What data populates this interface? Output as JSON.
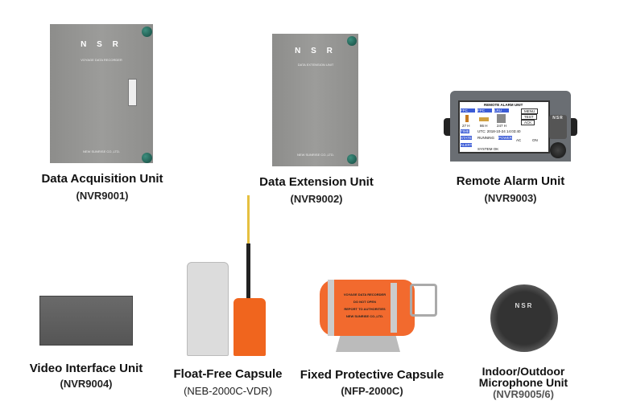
{
  "products": [
    {
      "name": "Data Acquisition Unit",
      "model": "(NVR9001)",
      "panel_brand": "N S R",
      "panel_title": "VOYAGE DATA RECORDER",
      "panel_maker": "NEW SUNRISE CO.,LTD."
    },
    {
      "name": "Data Extension Unit",
      "model": "(NVR9002)",
      "panel_brand": "N S R",
      "panel_title": "DATA EXTENSION UNIT",
      "panel_maker": "NEW SUNRISE CO.,LTD."
    },
    {
      "name": "Remote Alarm Unit",
      "model": "(NVR9003)",
      "screen": {
        "title": "REMOTE ALARM UNIT",
        "tabs": [
          "FFC",
          "FPC",
          "LRU"
        ],
        "values": [
          "27 H",
          "86 H",
          "247 H"
        ],
        "buttons": [
          "MENU",
          "TEST",
          "ACK"
        ],
        "time_label": "TIME",
        "time_value": "UTC: 2018-10-24   14:03:40",
        "state_label": "STATE",
        "state_value": "RUNNING",
        "power_label": "POWER",
        "power_values": [
          "AC",
          "ON"
        ],
        "alert_label": "ALERT",
        "alert_value": "SYSTEM OK"
      },
      "bezel_brand": "NSR"
    },
    {
      "name": "Video Interface Unit",
      "model": "(NVR9004)"
    },
    {
      "name": "Float-Free Capsule",
      "model": "(NEB-2000C-VDR)"
    },
    {
      "name": "Fixed Protective Capsule",
      "model": "(NFP-2000C)",
      "capsule_text": [
        "VOYAGE DATA RECORDER",
        "DO NOT OPEN",
        "REPORT TO AUTHORITIES",
        "NEW SUNRISE CO.,LTD."
      ]
    },
    {
      "name": "Indoor/Outdoor",
      "name2": "Microphone Unit",
      "model": "(NVR9005/6)",
      "grille_brand": "NSR"
    }
  ],
  "colors": {
    "panel_gray": "#969694",
    "capsule_orange": "#f26a2e",
    "screen_blue": "#3b5bd6"
  }
}
